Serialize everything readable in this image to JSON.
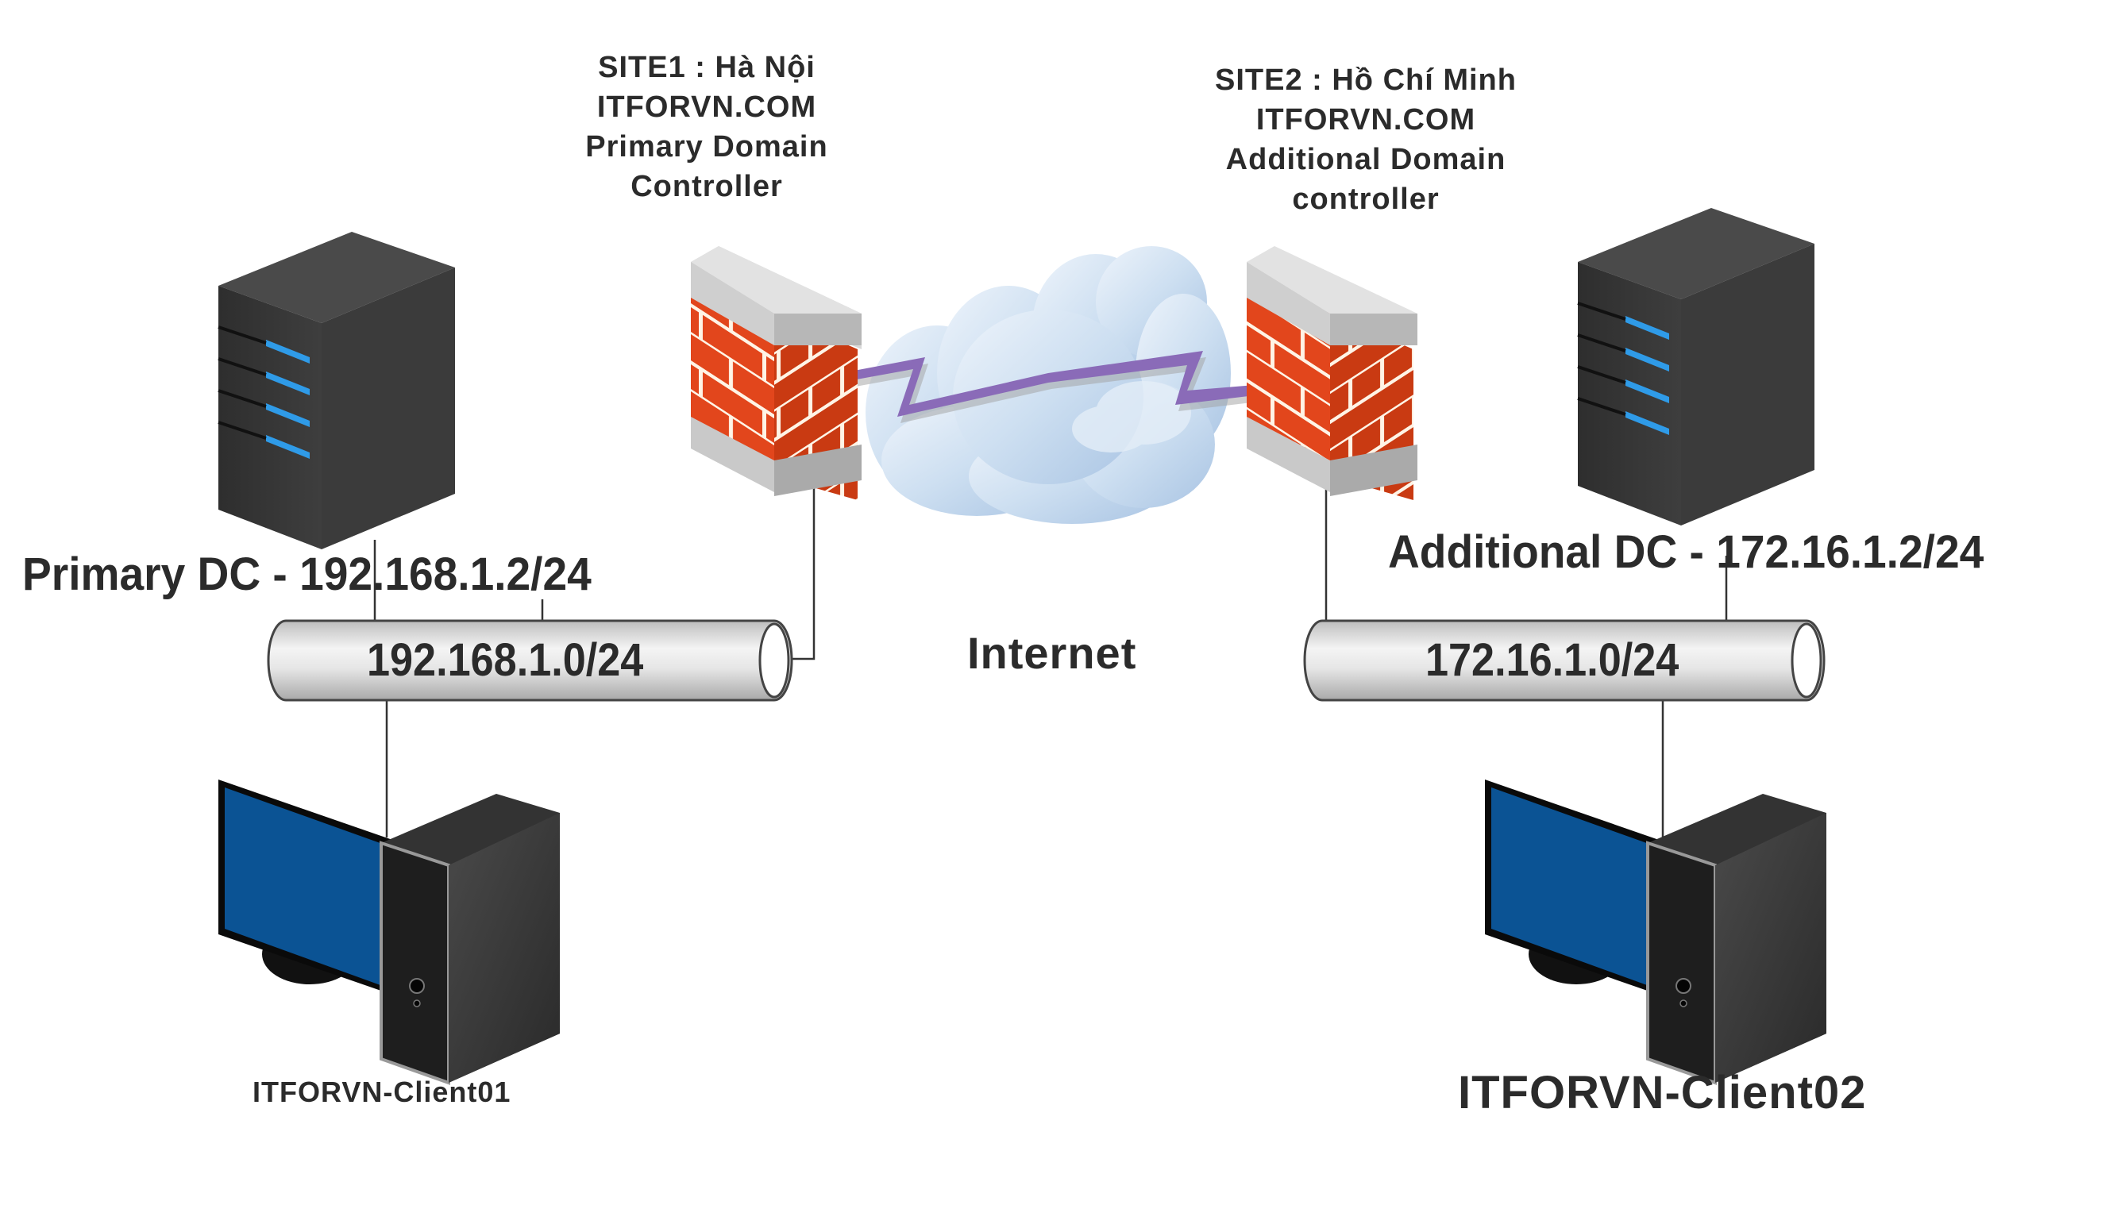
{
  "diagram": {
    "title": "Active Directory multi-site topology",
    "sites": [
      {
        "id": "site1",
        "lines": [
          "SITE1 : Hà Nội",
          "ITFORVN.COM",
          "Primary Domain",
          "Controller"
        ]
      },
      {
        "id": "site2",
        "lines": [
          "SITE2 : Hồ Chí Minh",
          "ITFORVN.COM",
          "Additional Domain",
          "controller"
        ]
      }
    ],
    "servers": [
      {
        "id": "primary-dc",
        "label": "Primary DC - 192.168.1.2/24"
      },
      {
        "id": "additional-dc",
        "label": "Additional DC - 172.16.1.2/24"
      }
    ],
    "networks": [
      {
        "id": "lan1",
        "label": "192.168.1.0/24"
      },
      {
        "id": "lan2",
        "label": "172.16.1.0/24"
      }
    ],
    "internet": {
      "label": "Internet"
    },
    "clients": [
      {
        "id": "client01",
        "label": "ITFORVN-Client01"
      },
      {
        "id": "client02",
        "label": "ITFORVN-Client02"
      }
    ],
    "colors": {
      "text": "#2b2b2b",
      "brick": "#e2461c",
      "brick_dark": "#c93a12",
      "mortar": "#fff4e6",
      "concrete": "#c8c8c8",
      "server_body": "#3a3a3a",
      "server_led": "#2f9be8",
      "monitor_screen": "#0b5394",
      "link": "#8a6bb8",
      "cloud": "#c7d9ee",
      "pipe": "#e4e4e4"
    }
  }
}
